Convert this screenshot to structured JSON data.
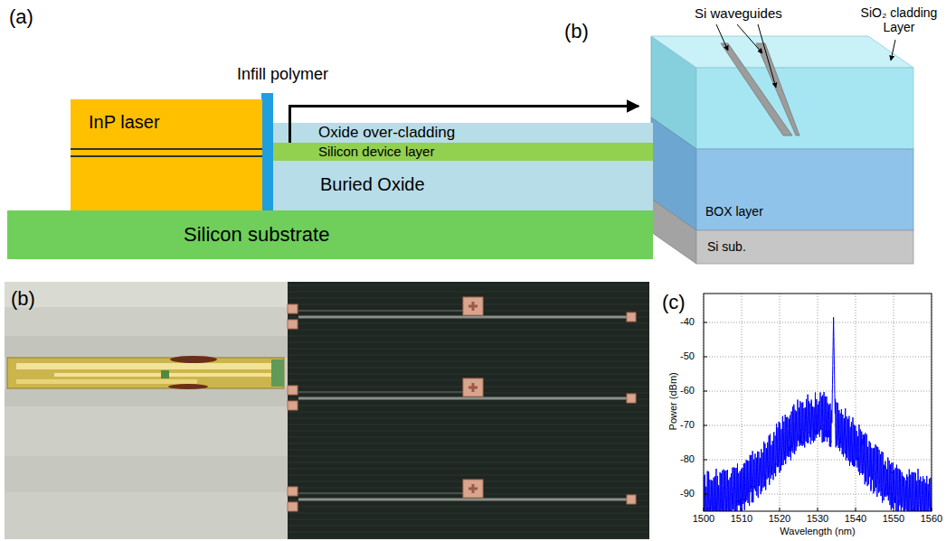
{
  "diagram": {
    "nodes": [
      {
        "text": [
          "InP laser"
        ]
      },
      {
        "text": [
          "Oxide over-cladding"
        ]
      },
      {
        "text": [
          "Silicon device layer"
        ]
      },
      {
        "text": [
          "Buried Oxide"
        ]
      },
      {
        "text": [
          "Silicon substrate"
        ]
      }
    ],
    "labels": [
      "(a)",
      "Infill polymer",
      "(b)",
      "Si waveguides",
      "SiO₂ cladding Layer",
      "BOX layer",
      "Si sub.",
      "(b)",
      "(c)",
      "-40",
      "-50",
      "-60",
      "-70",
      "-80",
      "-90",
      "1500",
      "1510",
      "1520",
      "1530",
      "1540",
      "1550",
      "1560",
      "Power (dBm)",
      "Wavelength (nm)"
    ]
  }
}
